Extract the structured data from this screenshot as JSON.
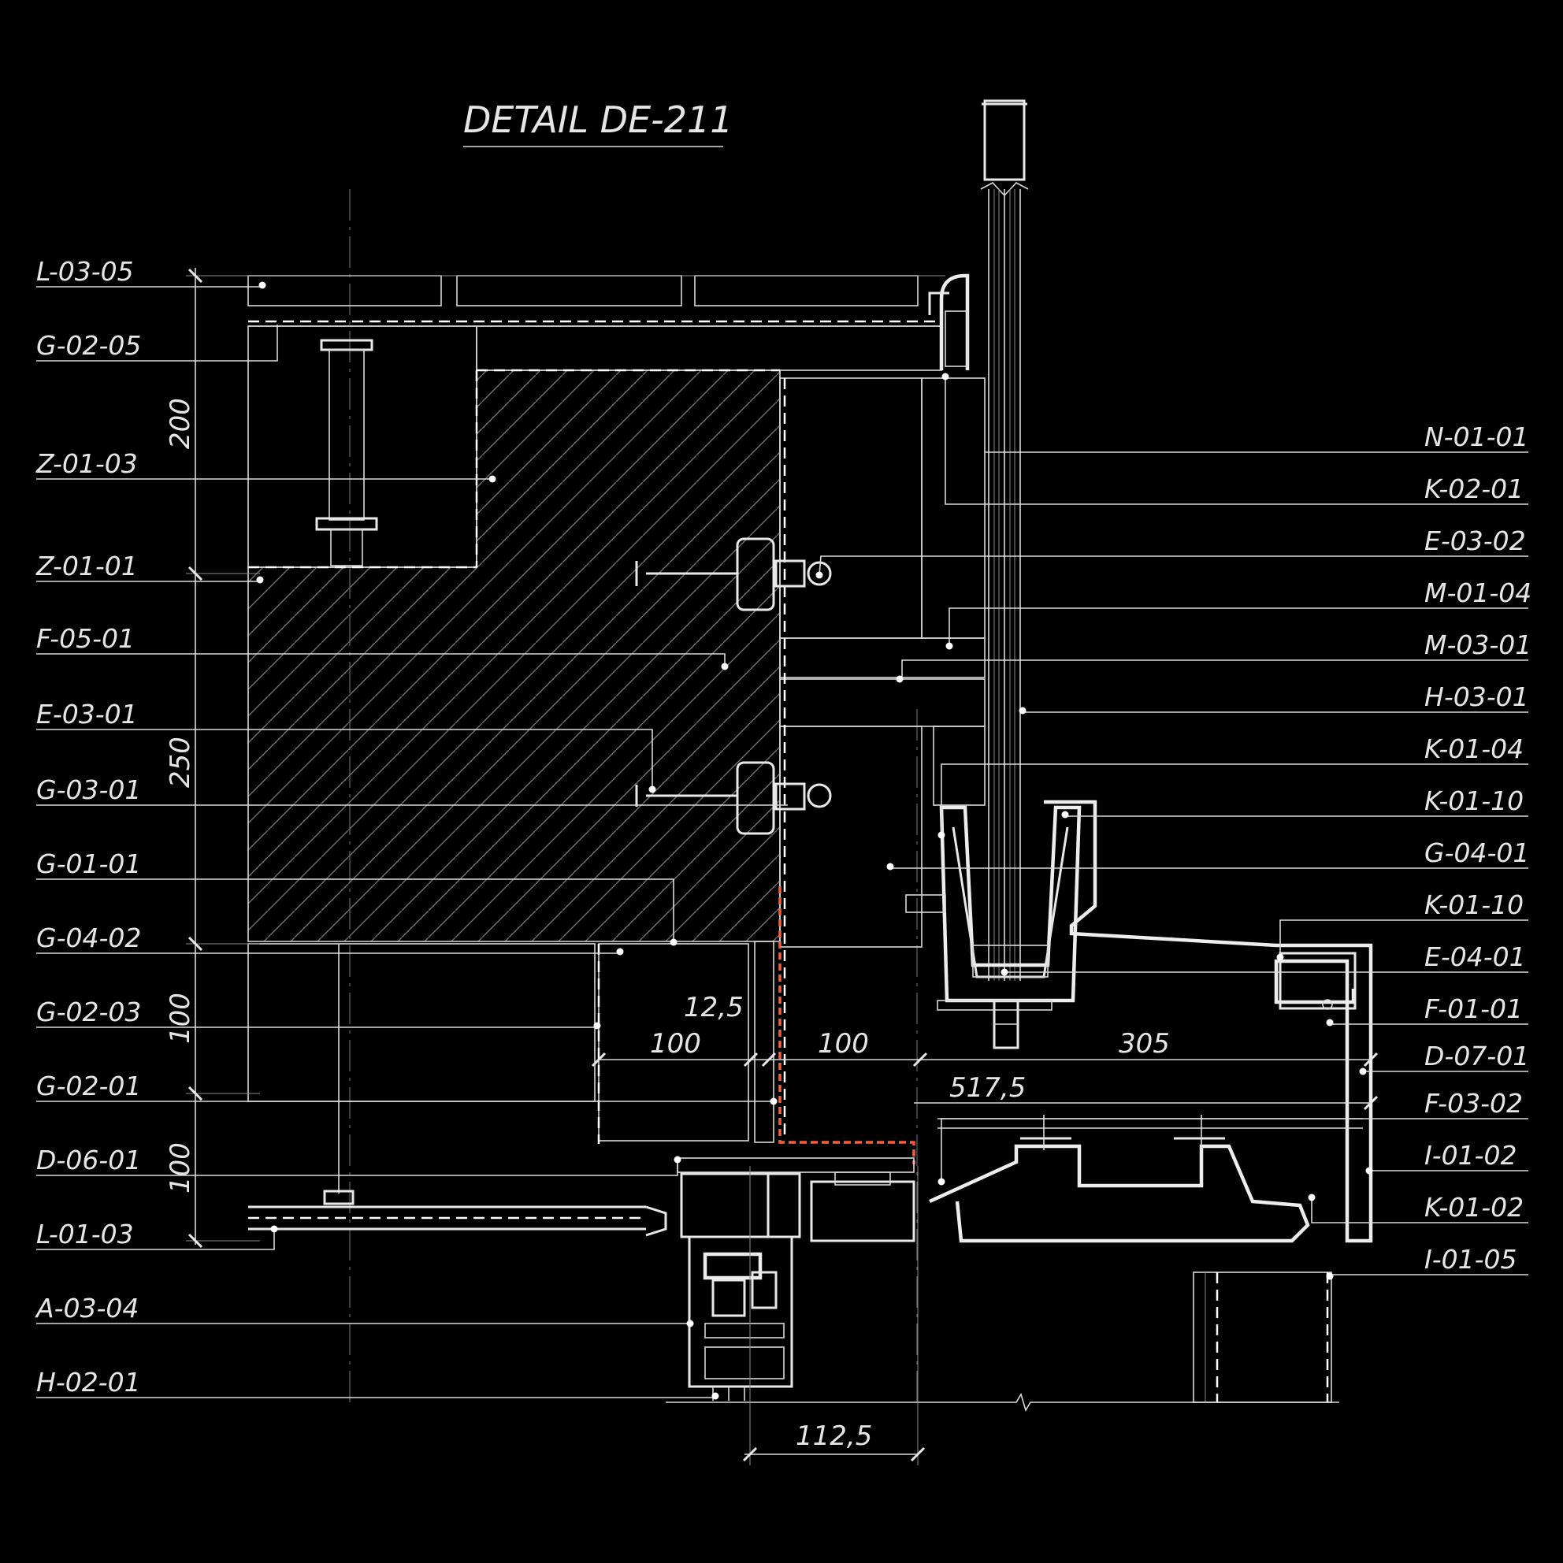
{
  "title": "DETAIL DE-211",
  "left_tags": [
    "L-03-05",
    "G-02-05",
    "Z-01-03",
    "Z-01-01",
    "F-05-01",
    "E-03-01",
    "G-03-01",
    "G-01-01",
    "G-04-02",
    "G-02-03",
    "G-02-01",
    "D-06-01",
    "L-01-03",
    "A-03-04",
    "H-02-01"
  ],
  "right_tags": [
    "N-01-01",
    "K-02-01",
    "E-03-02",
    "M-01-04",
    "M-03-01",
    "H-03-01",
    "K-01-04",
    "K-01-10",
    "G-04-01",
    "K-01-10",
    "E-04-01",
    "F-01-01",
    "D-07-01",
    "F-03-02",
    "I-01-02",
    "K-01-02",
    "I-01-05"
  ],
  "dimensions": {
    "v_200": "200",
    "v_250": "250",
    "v_100a": "100",
    "v_100b": "100",
    "h_12_5": "12,5",
    "h_100a": "100",
    "h_100b": "100",
    "h_305": "305",
    "h_517_5": "517,5",
    "h_112_5": "112,5"
  },
  "colors": {
    "background": "#000000",
    "linework": "#e6e6e6",
    "fire_seal": "#ff5a36"
  }
}
